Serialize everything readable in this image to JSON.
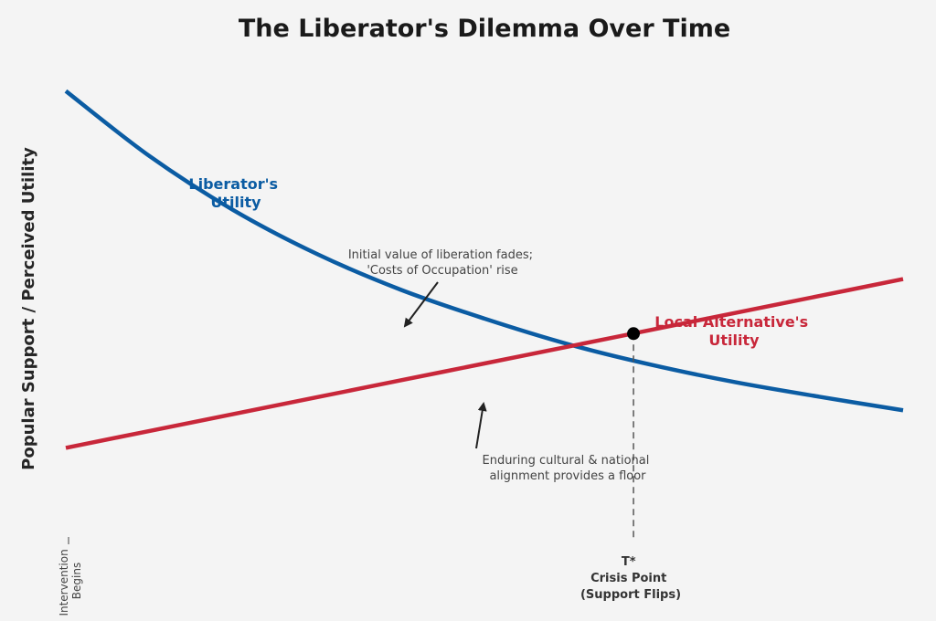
{
  "colors": {
    "liberator": "#0b5ca3",
    "local": "#c8273a",
    "background": "#f4f4f4",
    "point": "#000000",
    "arrow": "#222222",
    "guide": "#555555"
  },
  "chart_data": {
    "type": "line",
    "title": "The Liberator's Dilemma Over Time",
    "xlabel": "",
    "ylabel": "Popular Support / Perceived Utility",
    "xlim": [
      0,
      10
    ],
    "ylim": [
      0,
      10
    ],
    "grid": false,
    "x": [
      0,
      1,
      2,
      3,
      4,
      5,
      6,
      7,
      8,
      9,
      10
    ],
    "series": [
      {
        "name": "Liberator's Utility",
        "label_lines": [
          "Liberator's",
          "Utility"
        ],
        "values": [
          9.4,
          8.05,
          6.93,
          6.02,
          5.28,
          4.68,
          4.15,
          3.72,
          3.36,
          3.06,
          2.78
        ]
      },
      {
        "name": "Local Alternative's Utility",
        "label_lines": [
          "Local Alternative's",
          "Utility"
        ],
        "values": [
          2.0,
          2.35,
          2.7,
          3.05,
          3.4,
          3.75,
          4.1,
          4.45,
          4.8,
          5.15,
          5.5
        ]
      }
    ],
    "x_ticks": [
      {
        "x": 0,
        "label": "Intervention\nBegins"
      },
      {
        "x": 6.78,
        "label": "T*\nCrisis Point\n(Support Flips)"
      }
    ],
    "crossover": {
      "x": 6.78,
      "y": 4.37,
      "label": "T*"
    },
    "annotations": [
      {
        "lines": [
          "Initial value of liberation fades;",
          "'Costs of Occupation' rise"
        ]
      },
      {
        "lines": [
          "Enduring cultural & national",
          "alignment provides a floor"
        ]
      }
    ]
  }
}
